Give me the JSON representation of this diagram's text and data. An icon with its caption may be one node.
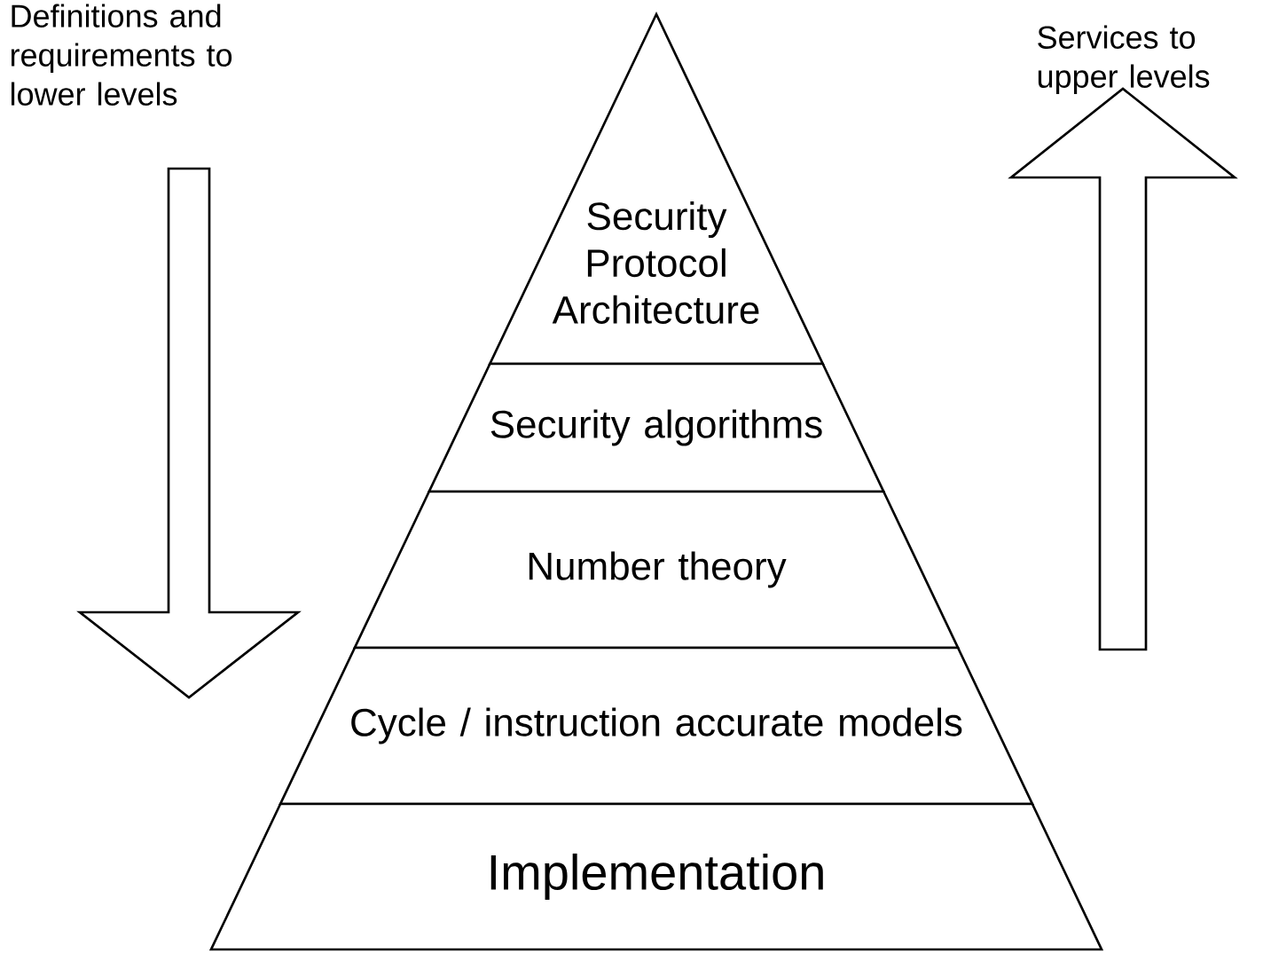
{
  "diagram": {
    "nodes": [
      {
        "text": [
          "Security Protocol Architecture"
        ]
      },
      {
        "text": [
          "Security algorithms"
        ]
      },
      {
        "text": [
          "Number theory"
        ]
      },
      {
        "text": [
          "Cycle / instruction accurate models"
        ]
      },
      {
        "text": [
          "Implementation"
        ]
      }
    ],
    "labels": [
      "Definitions and requirements to lower levels",
      "Services to upper levels"
    ]
  }
}
